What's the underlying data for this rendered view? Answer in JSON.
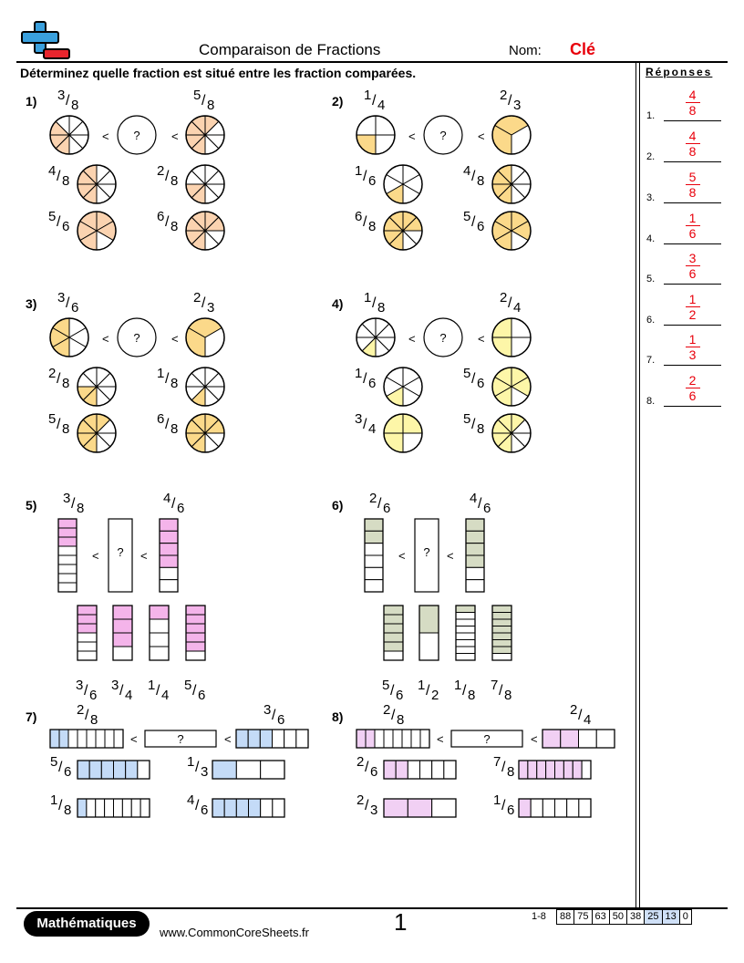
{
  "header": {
    "title": "Comparaison de Fractions",
    "nom_label": "Nom:",
    "nom_value": "Clé"
  },
  "instructions": "Déterminez quelle fraction est situé entre les fraction comparées.",
  "answers": {
    "title": "Réponses",
    "items": [
      {
        "label": "1.",
        "n": "4",
        "d": "8"
      },
      {
        "label": "2.",
        "n": "4",
        "d": "8"
      },
      {
        "label": "3.",
        "n": "5",
        "d": "8"
      },
      {
        "label": "4.",
        "n": "1",
        "d": "6"
      },
      {
        "label": "5.",
        "n": "3",
        "d": "6"
      },
      {
        "label": "6.",
        "n": "1",
        "d": "2"
      },
      {
        "label": "7.",
        "n": "1",
        "d": "3"
      },
      {
        "label": "8.",
        "n": "2",
        "d": "6"
      }
    ]
  },
  "symbols": {
    "lt": "<",
    "unknown": "?"
  },
  "colors": {
    "orange": "#fbd3b0",
    "yellow": "#fbd98a",
    "lightyellow": "#fdf6a8",
    "pink": "#f4b4ea",
    "olive": "#d6dcc4",
    "blue": "#c4dbf7",
    "lavender": "#f1d0f4",
    "answer_red": "#e8000b"
  },
  "problems": [
    {
      "label": "1)",
      "type": "pie",
      "color": "orange",
      "left": {
        "n": 3,
        "d": 8
      },
      "right": {
        "n": 5,
        "d": 8
      },
      "choices": [
        {
          "n": 4,
          "d": 8
        },
        {
          "n": 2,
          "d": 8
        },
        {
          "n": 5,
          "d": 6
        },
        {
          "n": 6,
          "d": 8
        }
      ]
    },
    {
      "label": "2)",
      "type": "pie",
      "color": "yellow",
      "left": {
        "n": 1,
        "d": 4
      },
      "right": {
        "n": 2,
        "d": 3
      },
      "choices": [
        {
          "n": 1,
          "d": 6
        },
        {
          "n": 4,
          "d": 8
        },
        {
          "n": 6,
          "d": 8
        },
        {
          "n": 5,
          "d": 6
        }
      ]
    },
    {
      "label": "3)",
      "type": "pie",
      "color": "yellow",
      "left": {
        "n": 3,
        "d": 6
      },
      "right": {
        "n": 2,
        "d": 3
      },
      "choices": [
        {
          "n": 2,
          "d": 8
        },
        {
          "n": 1,
          "d": 8
        },
        {
          "n": 5,
          "d": 8
        },
        {
          "n": 6,
          "d": 8
        }
      ]
    },
    {
      "label": "4)",
      "type": "pie",
      "color": "lightyellow",
      "left": {
        "n": 1,
        "d": 8
      },
      "right": {
        "n": 2,
        "d": 4
      },
      "choices": [
        {
          "n": 1,
          "d": 6
        },
        {
          "n": 5,
          "d": 6
        },
        {
          "n": 3,
          "d": 4
        },
        {
          "n": 5,
          "d": 8
        }
      ]
    },
    {
      "label": "5)",
      "type": "vbar",
      "color": "pink",
      "left": {
        "n": 3,
        "d": 8
      },
      "right": {
        "n": 4,
        "d": 6
      },
      "choices": [
        {
          "n": 3,
          "d": 6
        },
        {
          "n": 3,
          "d": 4
        },
        {
          "n": 1,
          "d": 4
        },
        {
          "n": 5,
          "d": 6
        }
      ]
    },
    {
      "label": "6)",
      "type": "vbar",
      "color": "olive",
      "left": {
        "n": 2,
        "d": 6
      },
      "right": {
        "n": 4,
        "d": 6
      },
      "choices": [
        {
          "n": 5,
          "d": 6
        },
        {
          "n": 1,
          "d": 2
        },
        {
          "n": 1,
          "d": 8
        },
        {
          "n": 7,
          "d": 8
        }
      ]
    },
    {
      "label": "7)",
      "type": "hbar",
      "color": "blue",
      "left": {
        "n": 2,
        "d": 8
      },
      "right": {
        "n": 3,
        "d": 6
      },
      "choices": [
        {
          "n": 5,
          "d": 6
        },
        {
          "n": 1,
          "d": 3
        },
        {
          "n": 1,
          "d": 8
        },
        {
          "n": 4,
          "d": 6
        }
      ]
    },
    {
      "label": "8)",
      "type": "hbar",
      "color": "lavender",
      "left": {
        "n": 2,
        "d": 8
      },
      "right": {
        "n": 2,
        "d": 4
      },
      "choices": [
        {
          "n": 2,
          "d": 6
        },
        {
          "n": 7,
          "d": 8
        },
        {
          "n": 2,
          "d": 3
        },
        {
          "n": 1,
          "d": 6
        }
      ]
    }
  ],
  "footer": {
    "badge": "Mathématiques",
    "site": "www.CommonCoreSheets.fr",
    "page": "1",
    "range": "1-8",
    "scores": [
      "88",
      "75",
      "63",
      "50",
      "38",
      "25",
      "13",
      "0"
    ]
  }
}
